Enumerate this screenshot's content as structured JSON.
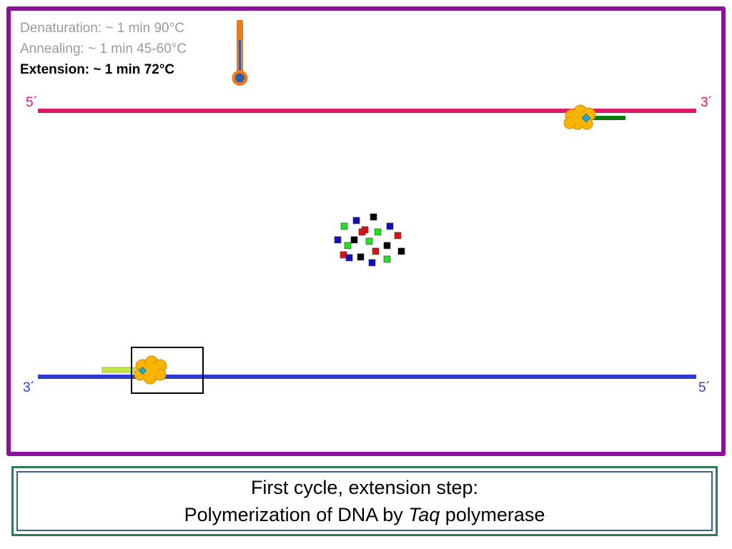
{
  "steps": {
    "denaturation": "Denaturation: ~ 1 min 90°C",
    "annealing": "Annealing: ~ 1 min 45-60°C",
    "extension": "Extension: ~ 1 min 72°C"
  },
  "strands": {
    "top": {
      "left_label": "5´",
      "right_label": "3´",
      "color": "#e0176b"
    },
    "bottom": {
      "left_label": "3´",
      "right_label": "5´",
      "color": "#2e3ad4"
    }
  },
  "colors": {
    "frame": "#8e0f9a",
    "polymerase": "#f7b500",
    "active_site": "#1fa8d8",
    "thermometer_outer": "#f07a1a",
    "thermometer_inner": "#2e5fa8",
    "new_strand_top": "#0b7a0b",
    "new_strand_bottom": "#c8e84a"
  },
  "caption": {
    "line1": "First cycle, extension step:",
    "line2_before": "Polymerization of DNA by ",
    "line2_italic": "Taq",
    "line2_after": " polymerase"
  }
}
